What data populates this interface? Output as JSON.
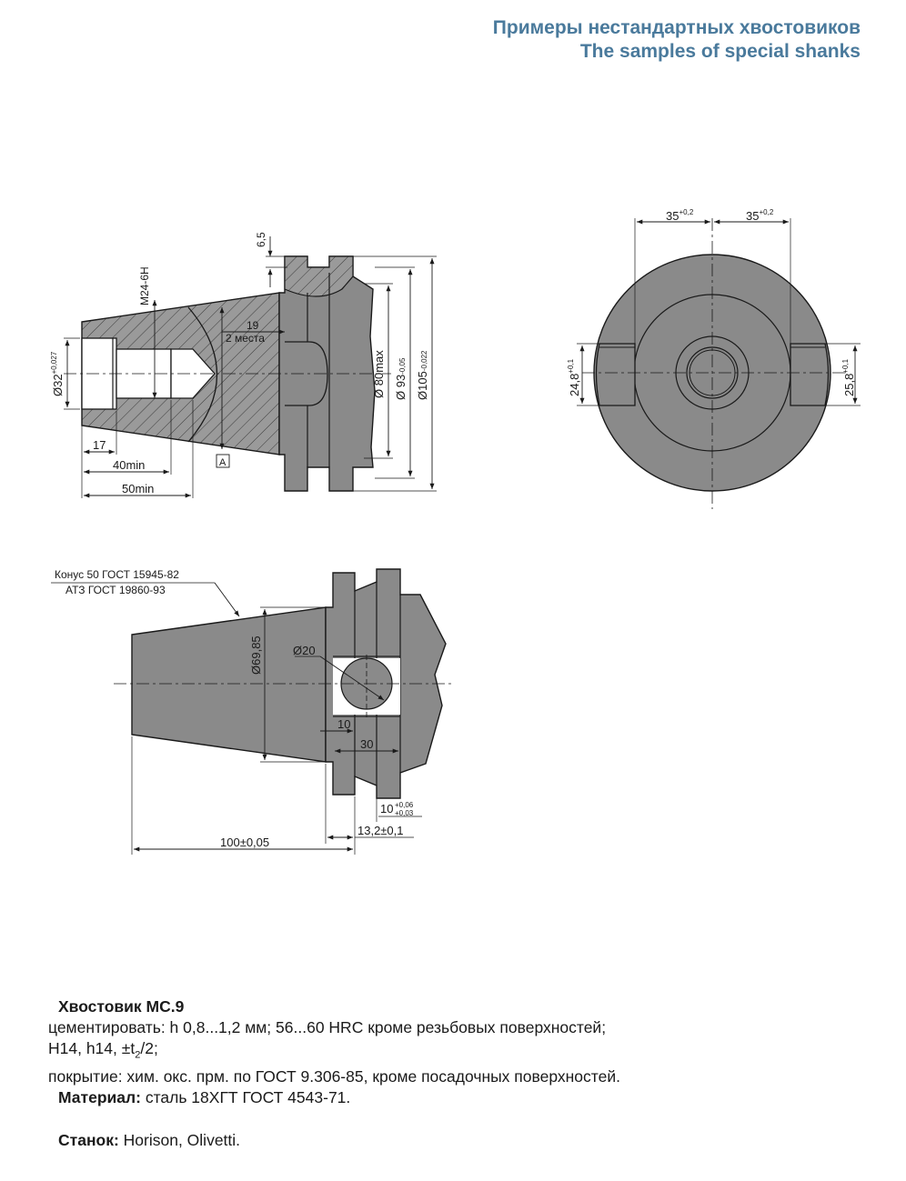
{
  "header": {
    "title_ru": "Примеры нестандартных хвостовиков",
    "title_en": "The samples of special shanks"
  },
  "colors": {
    "header": "#4a7a9c",
    "part_fill": "#8a8a8a",
    "line": "#1a1a1a"
  },
  "dims": {
    "d_thread": "M24-6H",
    "d6_5": "6,5",
    "d19": "19",
    "two_places": "2 места",
    "d32_main": "32",
    "d32_tol": "+0,027",
    "d80": "80max",
    "d93_main": "93",
    "d93_tol": "-0,05",
    "d105_main": "105",
    "d105_tol": "-0,022",
    "d17": "17",
    "d40": "40min",
    "d50": "50min",
    "datum": "A",
    "d35_left": "35",
    "d35_right": "35",
    "tol_02": "+0,2",
    "d24_8": "24,8",
    "d25_8": "25,8",
    "tol_01": "+0,1",
    "cone_label_1": "Конус 50 ГОСТ 15945-82",
    "cone_label_2": "АТЗ ГОСТ 19860-93",
    "d69_85": "69,85",
    "d20": "20",
    "d10": "10",
    "d30": "30",
    "d10b": "10",
    "tol_006": "+0,06",
    "tol_003": "+0,03",
    "d13_2": "13,2±0,1",
    "d100": "100±0,05"
  },
  "notes": {
    "title": "Хвостовик МС.9",
    "line1": "цементировать: h 0,8...1,2 мм; 56...60 HRC кроме резьбовых поверхностей;",
    "line2a": "H14, h14, ±t",
    "line2_sub": "2",
    "line2b": "/2;",
    "line3": "покрытие: хим. окс. прм. по ГОСТ 9.306-85, кроме посадочных поверхностей.",
    "material_label": "Материал:",
    "material_value": " сталь 18ХГТ ГОСТ 4543-71.",
    "machine_label": "Станок:",
    "machine_value": " Horison, Olivetti."
  }
}
